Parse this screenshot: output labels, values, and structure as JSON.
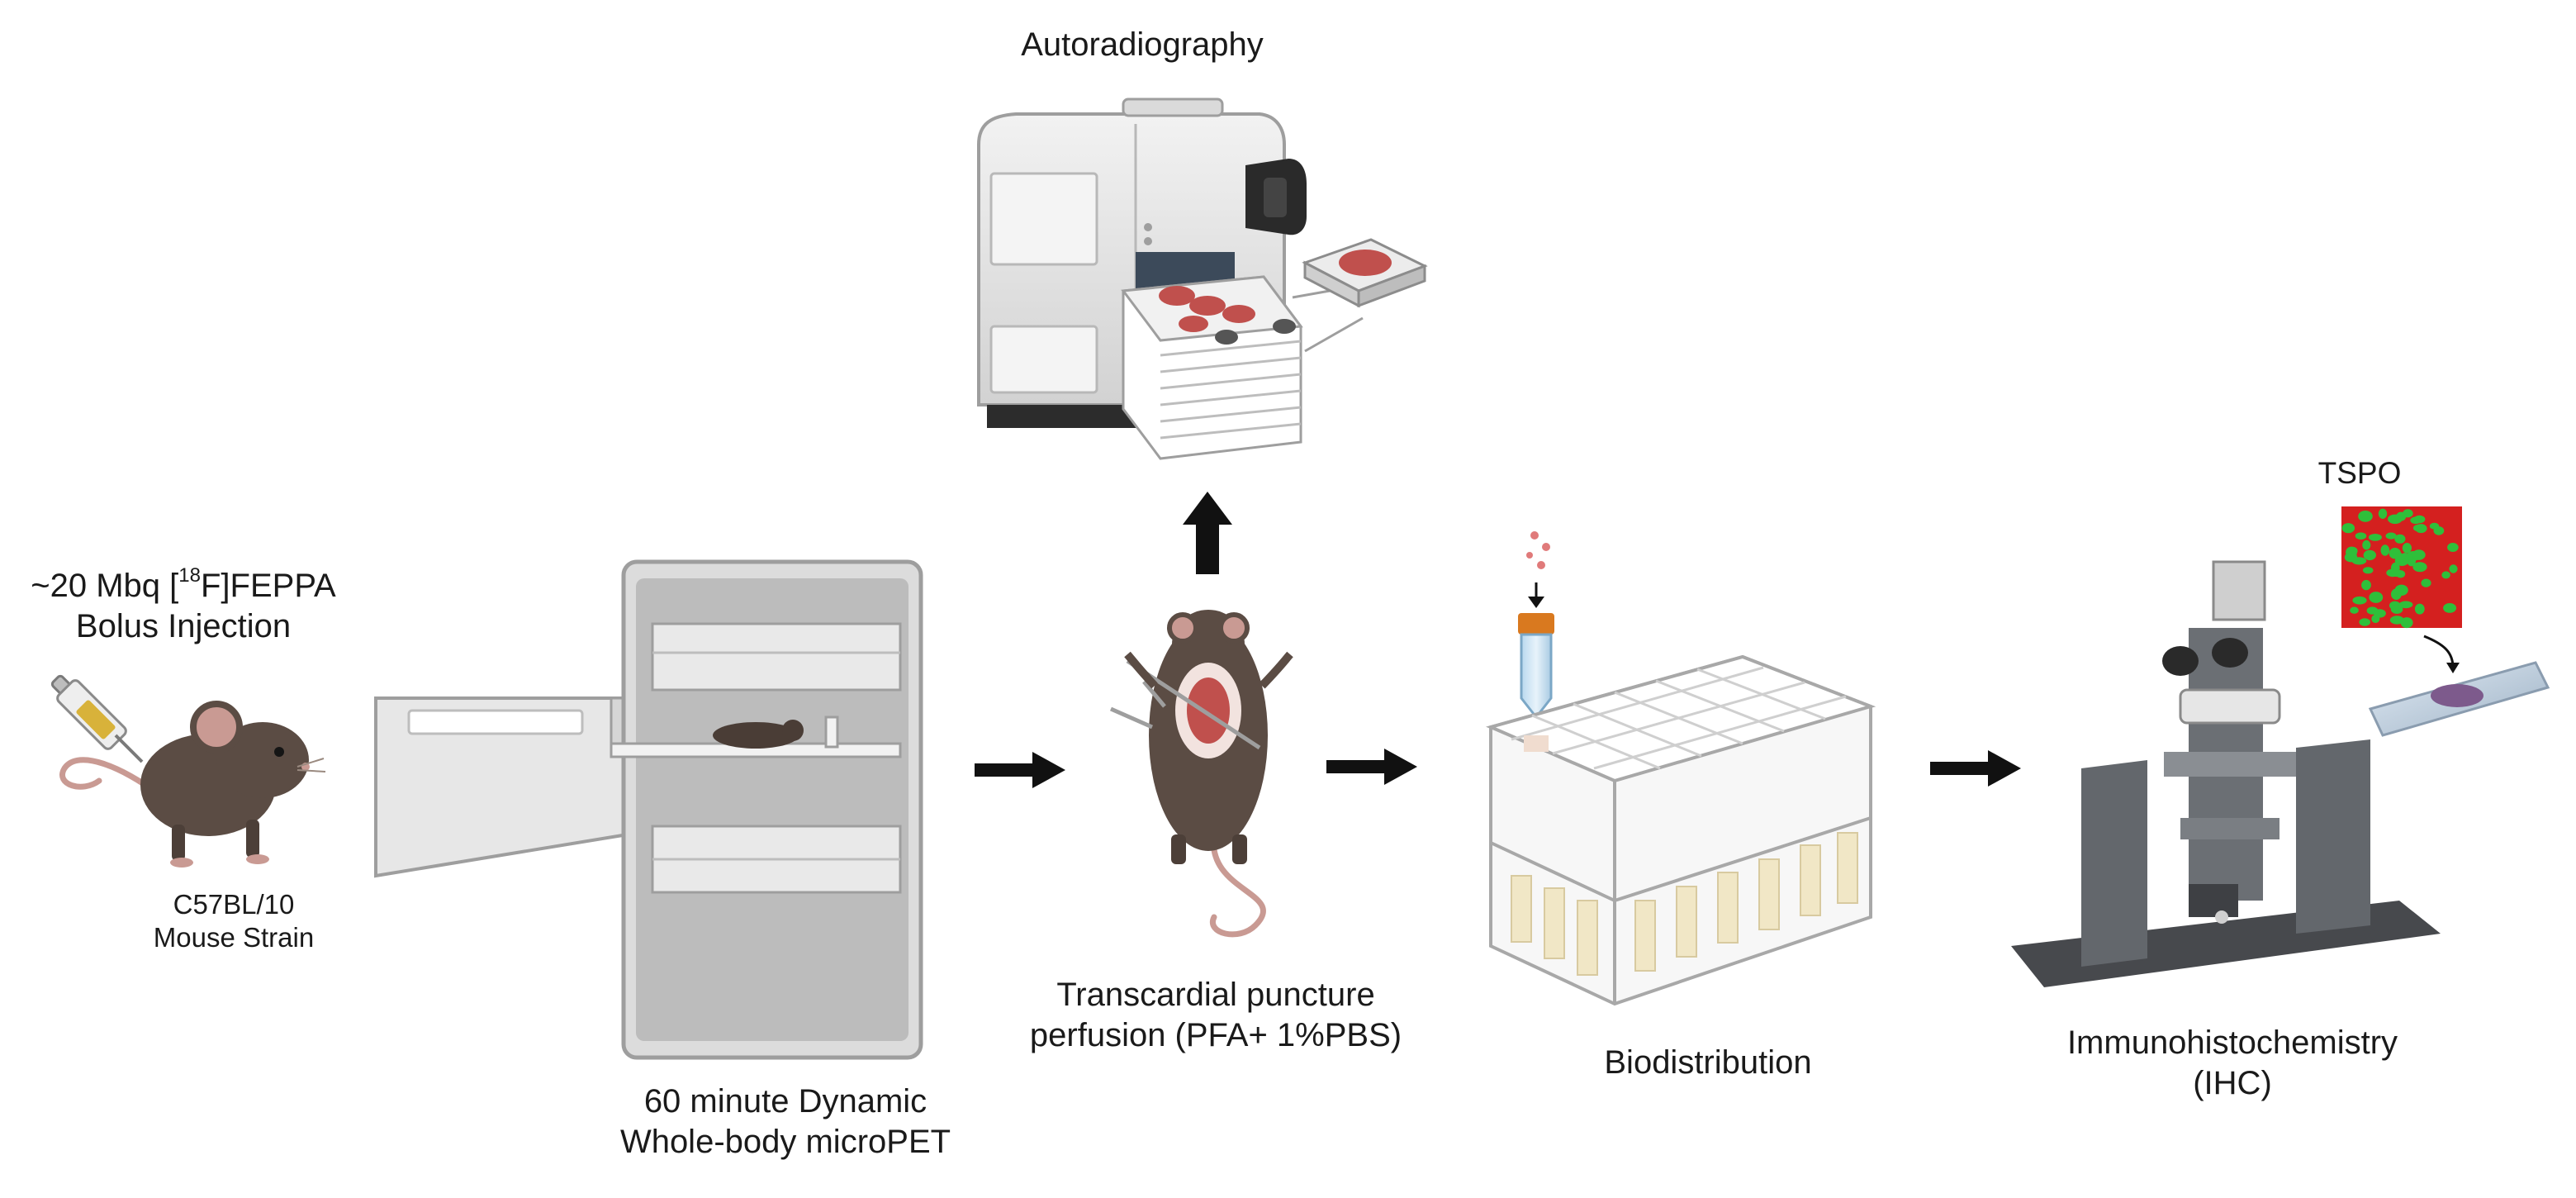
{
  "labels": {
    "injection_line1_pre": "~20 Mbq [",
    "injection_line1_sup": "18",
    "injection_line1_post": "F]FEPPA",
    "injection_line2": "Bolus Injection",
    "strain_line1": "C57BL/10",
    "strain_line2": "Mouse Strain",
    "micropet_line1": "60 minute Dynamic",
    "micropet_line2": "Whole-body microPET",
    "autoradiography": "Autoradiography",
    "perfusion_line1": "Transcardial puncture",
    "perfusion_line2": "perfusion (PFA+ 1%PBS)",
    "biodistribution": "Biodistribution",
    "ihc_line1": "Immunohistochemistry",
    "ihc_line2": "(IHC)",
    "tspo": "TSPO"
  },
  "icons": [
    "syringe-icon",
    "mouse-icon",
    "micropet-scanner-icon",
    "autoradiography-imager-icon",
    "tissue-slide-icon",
    "dissected-mouse-icon",
    "falcon-tube-icon",
    "sample-rack-icon",
    "microscope-icon",
    "tspo-stain-image-icon",
    "histology-slide-icon",
    "arrow-right-icon",
    "arrow-up-icon"
  ],
  "colors": {
    "mouse_fur": "#5b4c44",
    "mouse_ear": "#c99a93",
    "tissue_red": "#c0504d",
    "tspo_green": "#2fbf3a",
    "tspo_red": "#d4201f",
    "tube_cap": "#d9791f",
    "syringe_liquid": "#d8b23a",
    "device_grey": "#e6e6e6",
    "microscope_dark": "#55595e",
    "arrow": "#111111"
  }
}
